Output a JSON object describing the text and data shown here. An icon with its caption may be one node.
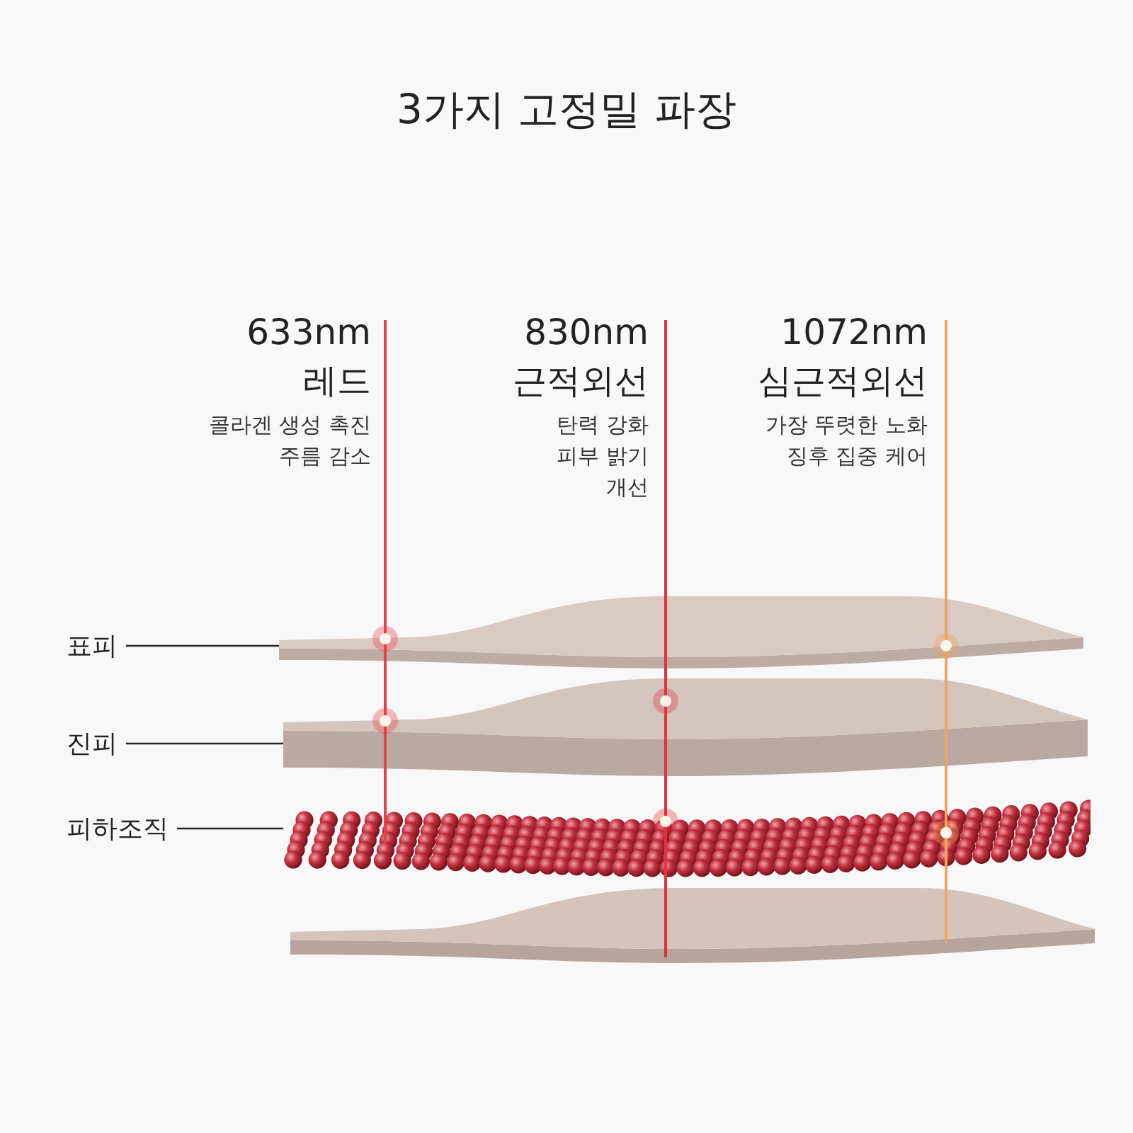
{
  "diagram": {
    "title": "3가지 고정밀 파장",
    "nodes": [
      {
        "text": [
          "표피"
        ]
      },
      {
        "text": [
          "진피"
        ]
      },
      {
        "text": [
          "피하조직"
        ]
      },
      {
        "text": [],
        "shape": "box"
      },
      {
        "text": [],
        "shape": "box"
      },
      {
        "text": [],
        "shape": "circle"
      }
    ],
    "edges": [
      {
        "from": 0,
        "to": 3,
        "arrow": "none"
      },
      {
        "from": 1,
        "to": 4,
        "arrow": "none"
      },
      {
        "from": 2,
        "to": 5,
        "arrow": "none"
      }
    ],
    "labels": [
      "633nm",
      "레드",
      "콜라겐 생성 촉진 주름 감소",
      "830nm",
      "근적외선",
      "탄력 강화 피부 밝기 개선",
      "1072nm",
      "심근적외선",
      "가장 뚜렷한 노화 징후 집중 케어"
    ]
  }
}
